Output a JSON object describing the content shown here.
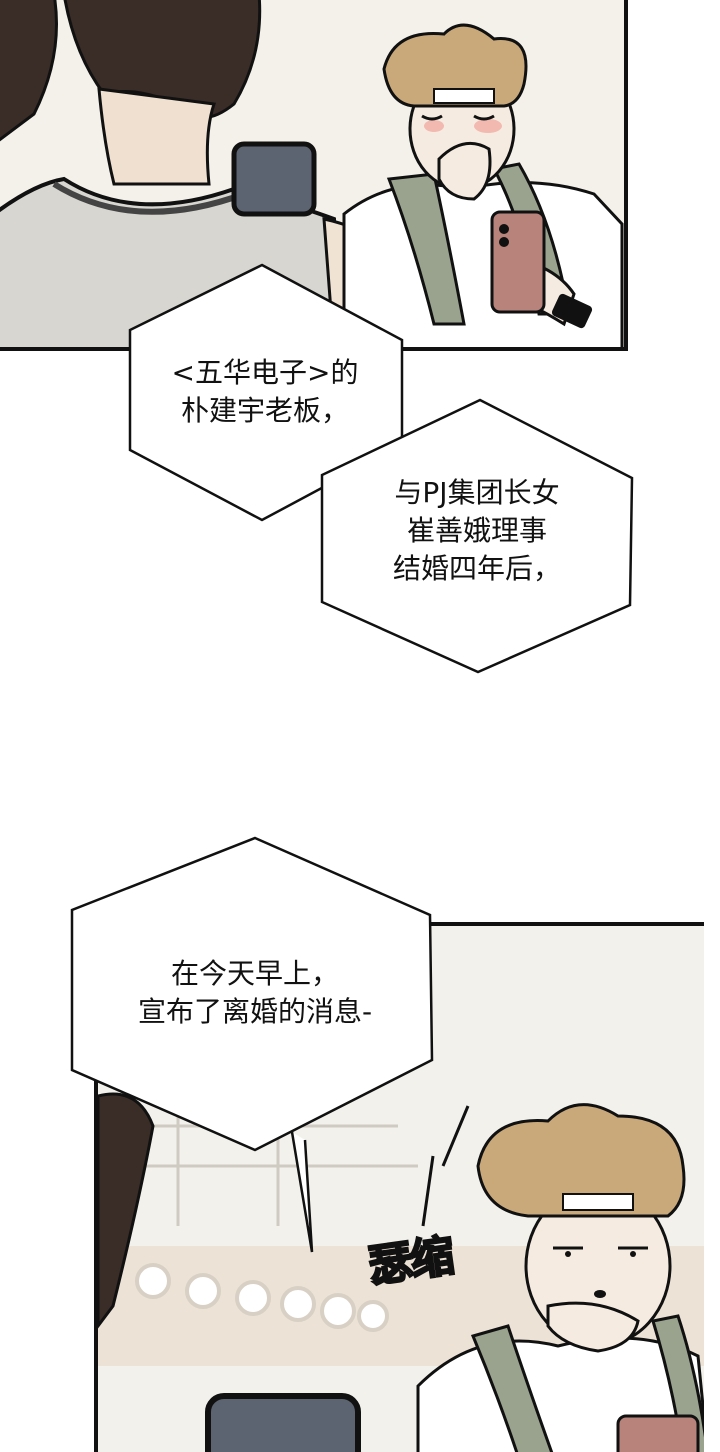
{
  "bubbles": {
    "b1": {
      "lines": [
        "<五华电子>的",
        "朴建宇老板，"
      ]
    },
    "b2": {
      "lines": [
        "与PJ集团长女",
        "崔善娥理事",
        "结婚四年后，"
      ]
    },
    "b3": {
      "lines": [
        "在今天早上，",
        "宣布了离婚的消息-"
      ]
    }
  },
  "sfx": {
    "text": "瑟缩"
  },
  "colors": {
    "ink": "#111111",
    "hair": "#c9a97a",
    "towel": "#9aa38e",
    "phone_case": "#b8837a",
    "blush": "#f2b9b0",
    "background_panel": "#f3f1ec"
  }
}
